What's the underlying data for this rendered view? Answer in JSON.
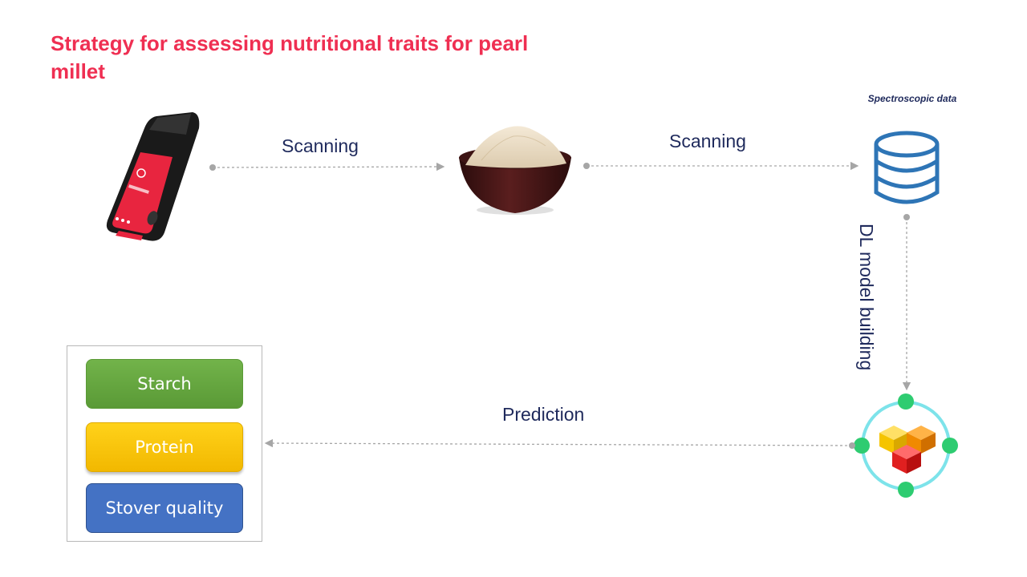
{
  "title": "Strategy for assessing  nutritional traits for pearl millet",
  "steps": {
    "scan1_label": "Scanning",
    "scan2_label": "Scanning",
    "database_caption": "Spectroscopic data",
    "model_label": "DL model building",
    "prediction_label": "Prediction"
  },
  "traits": [
    {
      "label": "Starch",
      "color": "#70ad47"
    },
    {
      "label": "Protein",
      "color": "#ffc000"
    },
    {
      "label": "Stover quality",
      "color": "#4472c4"
    }
  ],
  "icons": {
    "scanner": "handheld-nir-scanner",
    "sample": "bowl-of-flour",
    "database": "database-icon",
    "model": "ai-model-cubes-icon"
  },
  "colors": {
    "title": "#ef2f52",
    "text": "#1f2a5c",
    "arrow": "#a6a6a6",
    "database": "#2e75b6"
  }
}
